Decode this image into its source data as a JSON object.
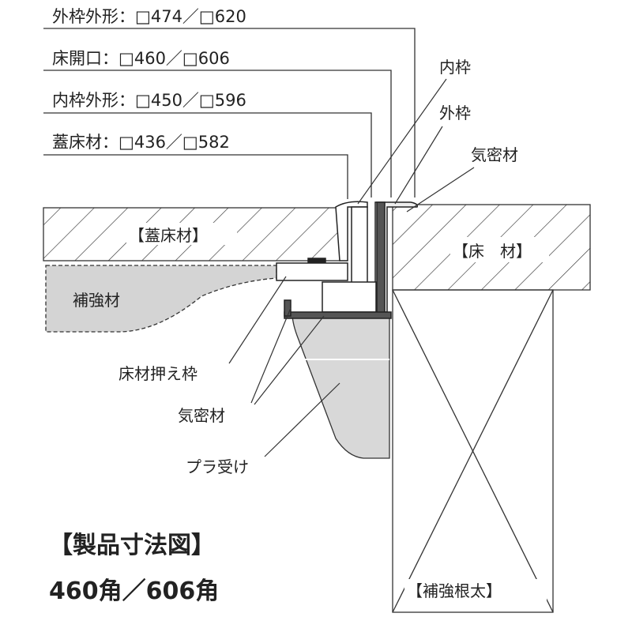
{
  "dimensions": {
    "outer_frame": "外枠外形：□474／□620",
    "floor_opening": "床開口：□460／□606",
    "inner_frame": "内枠外形：□450／□596",
    "lid_floor": "蓋床材：□436／□582"
  },
  "labels": {
    "inner_frame": "内枠",
    "outer_frame": "外枠",
    "airtight_top": "気密材",
    "floor_material": "【床　材】",
    "lid_floor_material": "【蓋床材】",
    "reinforcement": "補強材",
    "floor_holding_frame": "床材押え枠",
    "airtight_bottom": "気密材",
    "plastic_receiver": "プラ受け",
    "reinforcement_joist": "【補強根太】"
  },
  "title": {
    "heading": "【製品寸法図】",
    "size": "460角／606角"
  },
  "colors": {
    "line": "#222222",
    "fill_gray": "#d4d4d4"
  }
}
